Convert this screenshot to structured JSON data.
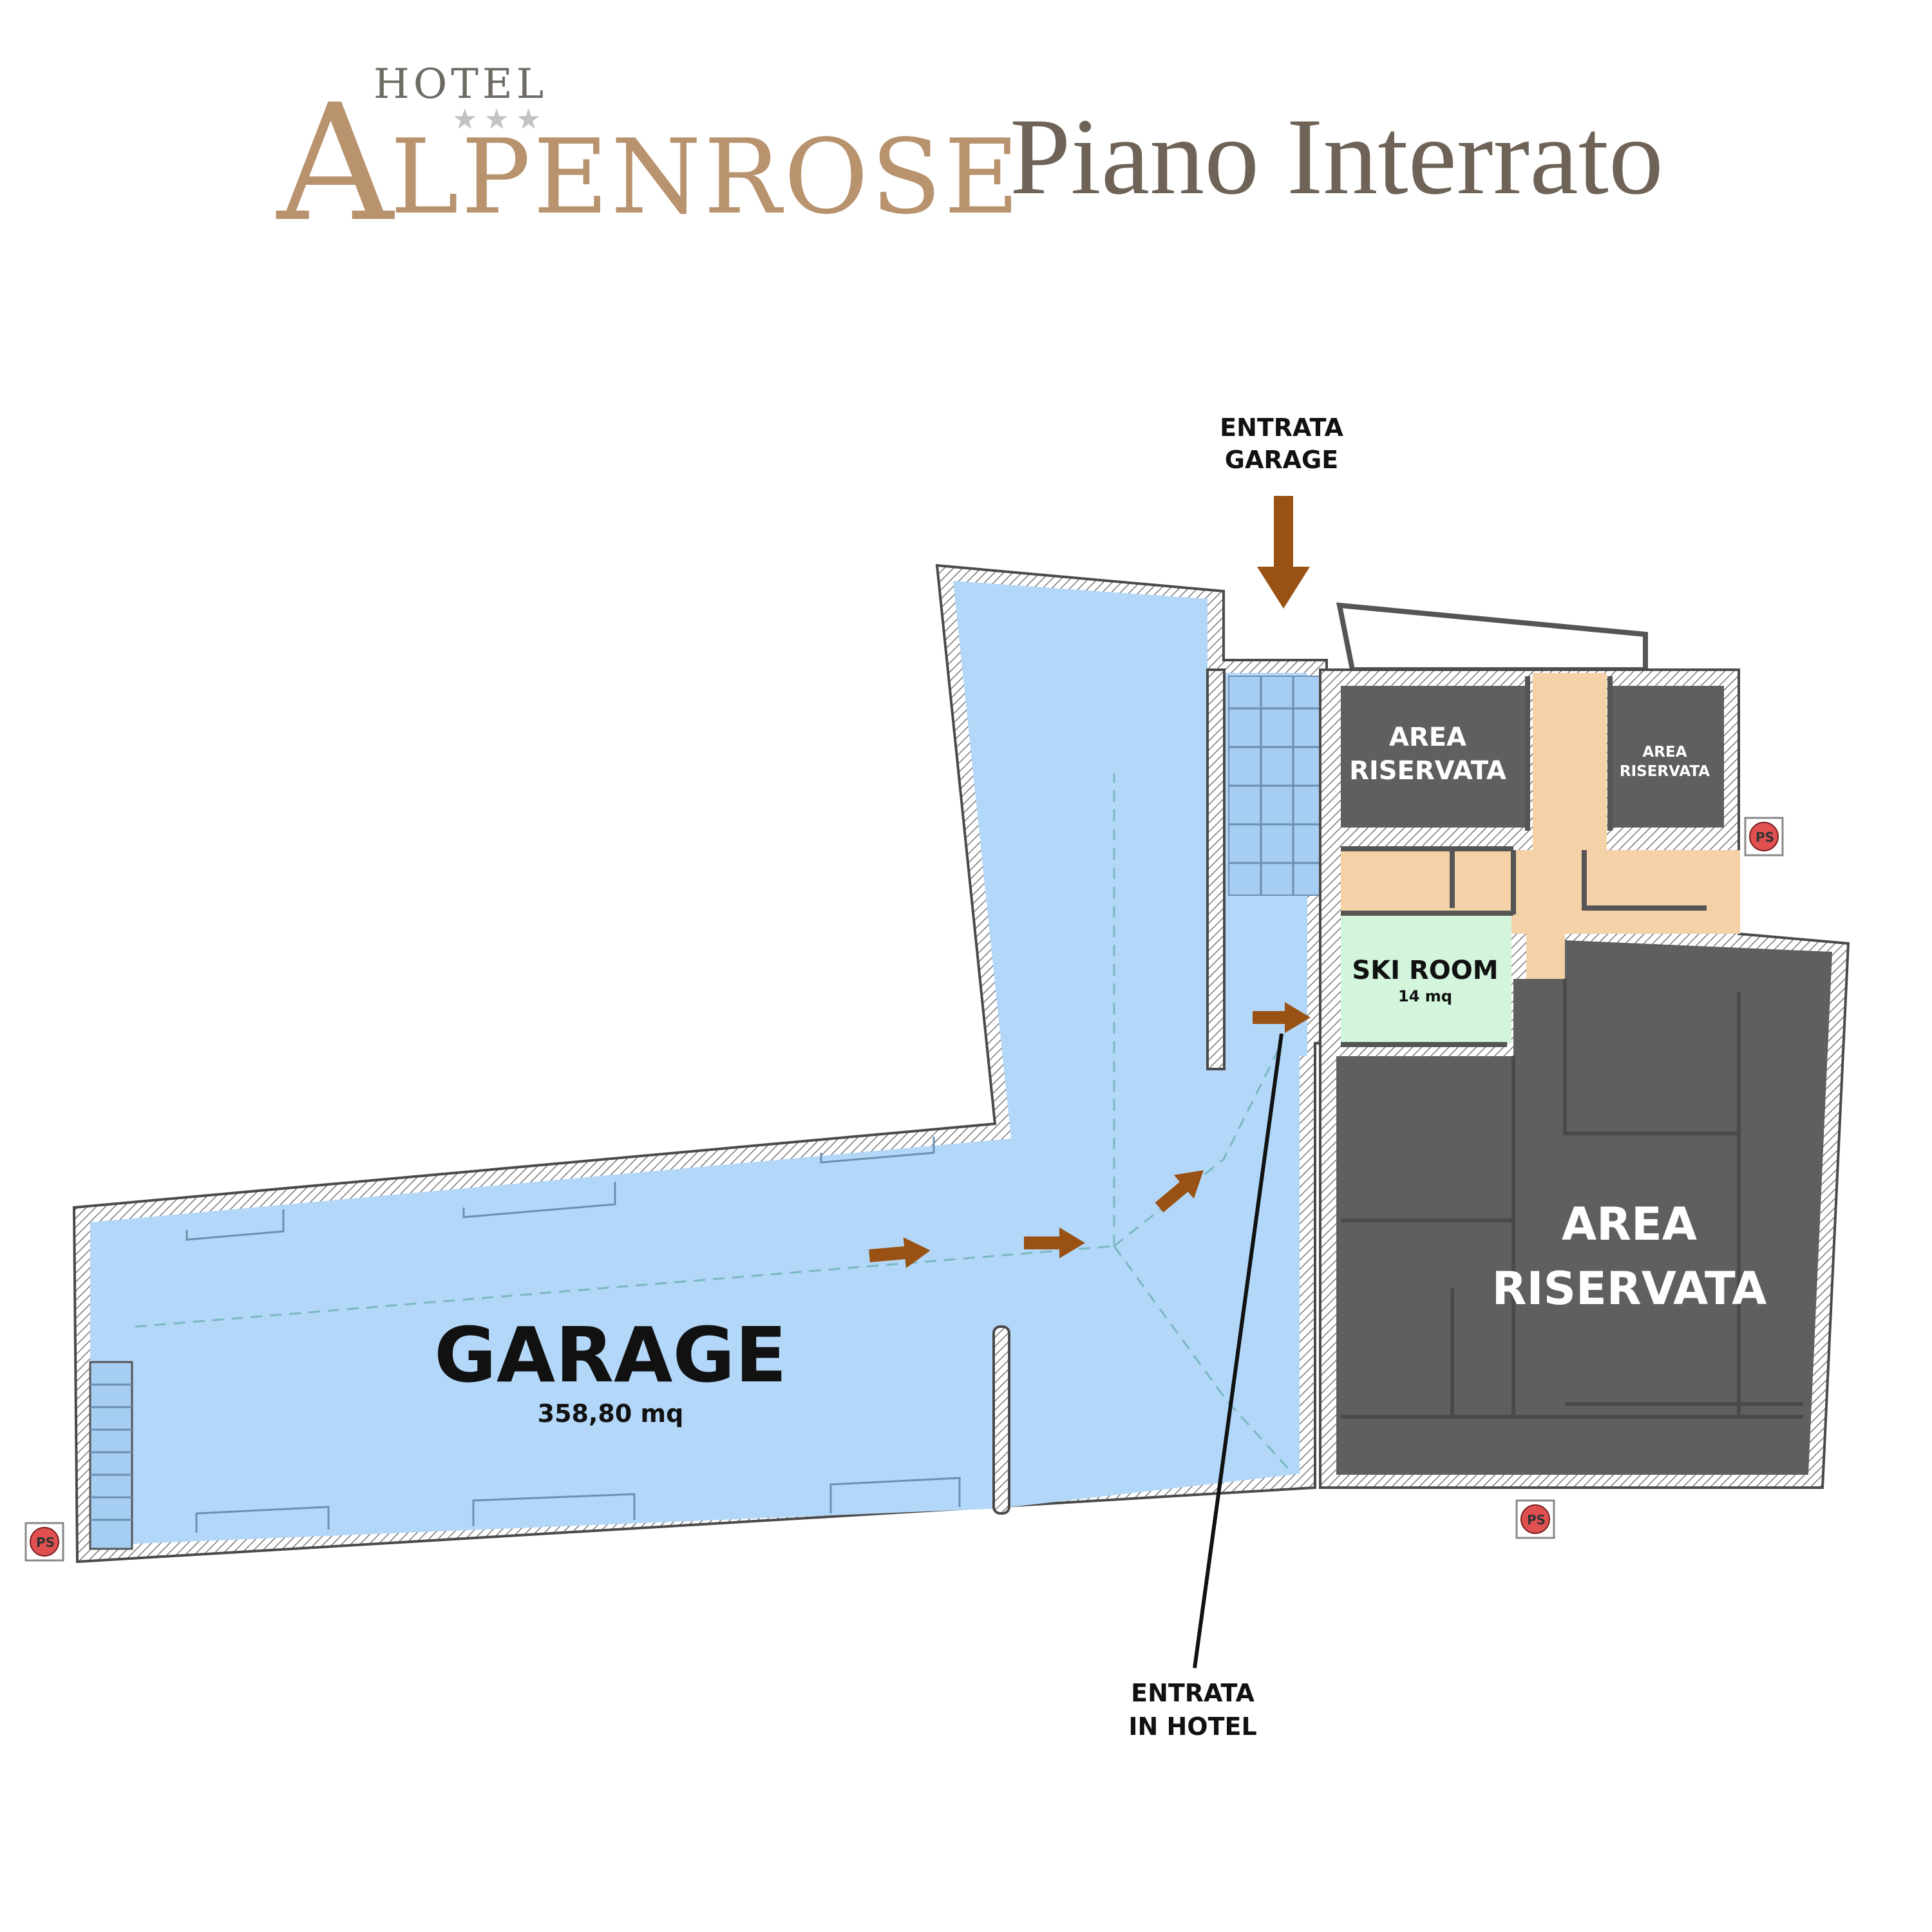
{
  "logo": {
    "hotel": "HOTEL",
    "stars": "★★★",
    "initial": "A",
    "name": "LPENROSE"
  },
  "title": "Piano Interrato",
  "entrances": {
    "garage_line1": "ENTRATA",
    "garage_line2": "GARAGE",
    "hotel_line1": "ENTRATA",
    "hotel_line2": "IN HOTEL"
  },
  "areas": {
    "garage": {
      "name": "GARAGE",
      "size": "358,80 mq",
      "color": "#b3d7f8"
    },
    "ski_room": {
      "name": "SKI ROOM",
      "size": "14 mq",
      "color": "#d2f5dc"
    },
    "reserved_top_left": {
      "line1": "AREA",
      "line2": "RISERVATA",
      "color": "#5f5f5f"
    },
    "reserved_top_right": {
      "line1": "AREA",
      "line2": "RISERVATA",
      "color": "#5f5f5f"
    },
    "reserved_main": {
      "line1": "AREA",
      "line2": "RISERVATA",
      "color": "#5f5f5f"
    },
    "corridor": {
      "color": "#f4d1a6"
    }
  },
  "markers": {
    "ps_label": "PS"
  },
  "colors": {
    "arrow": "#9a5214",
    "logo_gold": "#b8936d",
    "title_brown": "#6e6356"
  }
}
